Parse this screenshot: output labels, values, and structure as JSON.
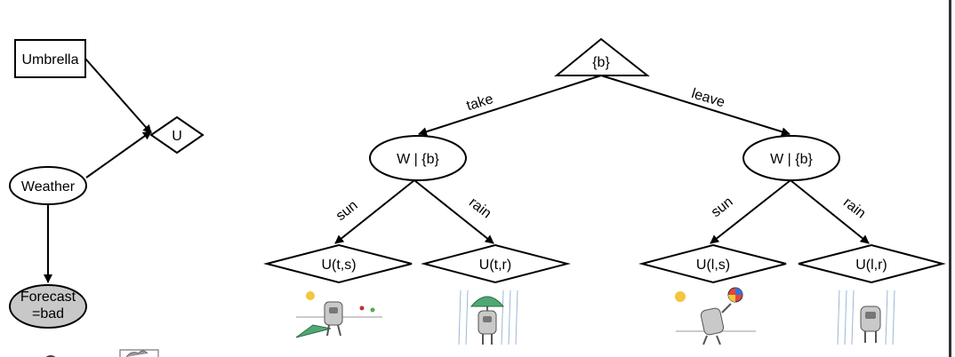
{
  "influence_diagram": {
    "umbrella_label": "Umbrella",
    "utility_label": "U",
    "weather_label": "Weather",
    "forecast_line1": "Forecast",
    "forecast_line2": "=bad"
  },
  "tree": {
    "root_label": "{b}",
    "take_label": "take",
    "leave_label": "leave",
    "chance_left_label": "W | {b}",
    "chance_right_label": "W | {b}",
    "sun_label": "sun",
    "rain_label": "rain",
    "leaf_ts": "U(t,s)",
    "leaf_tr": "U(t,r)",
    "leaf_ls": "U(l,s)",
    "leaf_lr": "U(l,r)"
  },
  "colors": {
    "forecast_fill": "#c8c8c8",
    "umbrella_green": "#4fa874",
    "sun_yellow": "#f4c63d",
    "rain_blue": "#9bb7d6"
  }
}
